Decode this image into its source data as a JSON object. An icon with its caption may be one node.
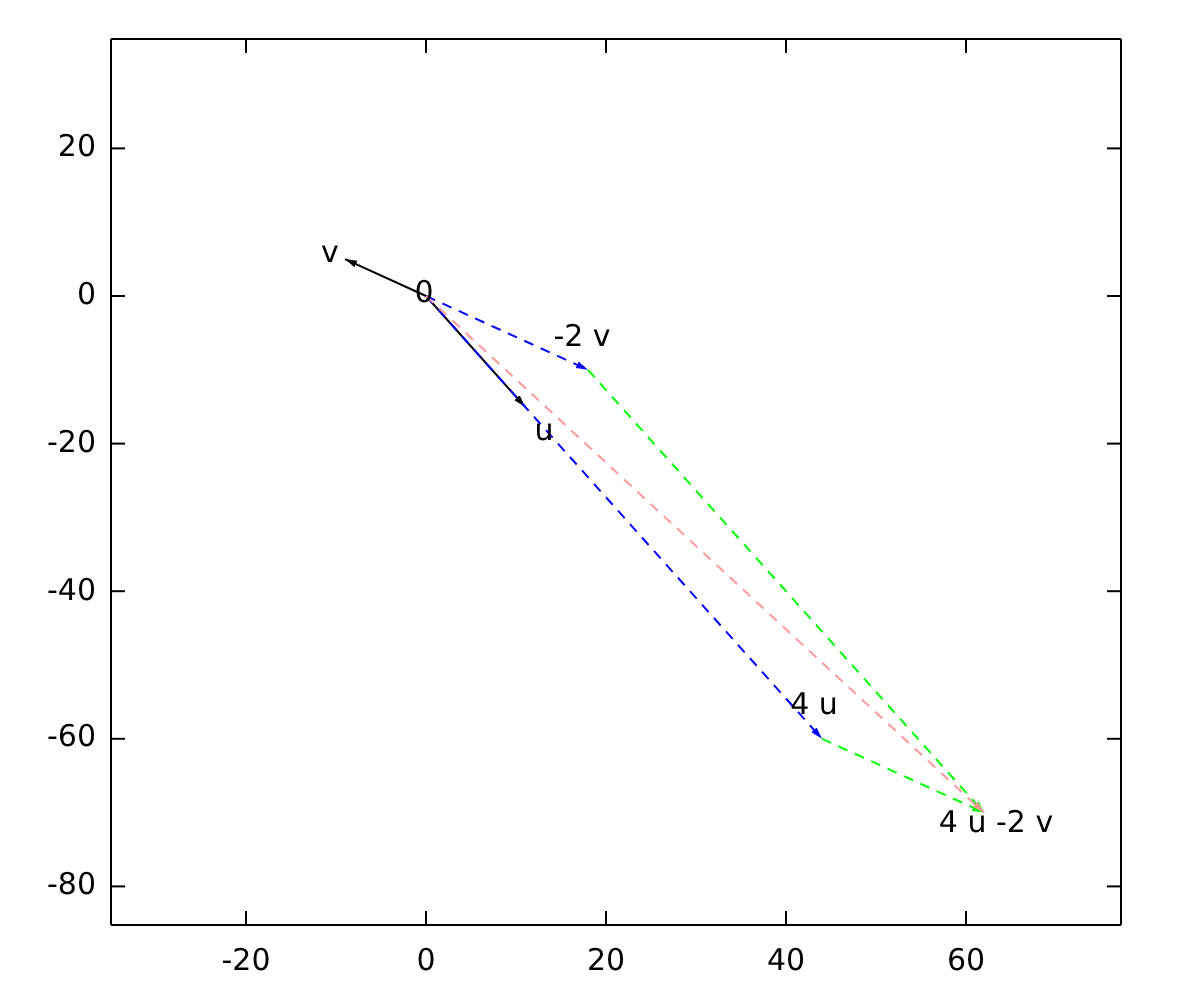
{
  "diagram": {
    "nodes": [
      {
        "text": [
          "v"
        ]
      },
      {
        "text": [
          "0"
        ]
      },
      {
        "text": [
          "-2 v"
        ]
      },
      {
        "text": [
          "u"
        ]
      },
      {
        "text": [
          "4 u"
        ]
      },
      {
        "text": [
          "4 u -2 v"
        ]
      }
    ],
    "edges": [
      {
        "from": 1,
        "to": 0,
        "arrow": "to",
        "color": "#000000"
      },
      {
        "from": 1,
        "to": 3,
        "arrow": "to",
        "color": "#000000"
      },
      {
        "from": 1,
        "to": 2,
        "arrow": "to",
        "style": "dashed",
        "color": "#0000ff"
      },
      {
        "from": 1,
        "to": 4,
        "arrow": "to",
        "style": "dashed",
        "color": "#0000ff"
      },
      {
        "from": 2,
        "to": 5,
        "arrow": "to",
        "style": "dashed",
        "color": "#00ff00"
      },
      {
        "from": 4,
        "to": 5,
        "arrow": "to",
        "style": "dashed",
        "color": "#00ff00"
      },
      {
        "from": 1,
        "to": 5,
        "arrow": "to",
        "style": "dashed",
        "color": "#ff9999"
      }
    ],
    "labels": [
      "20",
      "0",
      "-20",
      "-40",
      "-60",
      "-80",
      "-20",
      "0",
      "20",
      "40",
      "60"
    ]
  }
}
